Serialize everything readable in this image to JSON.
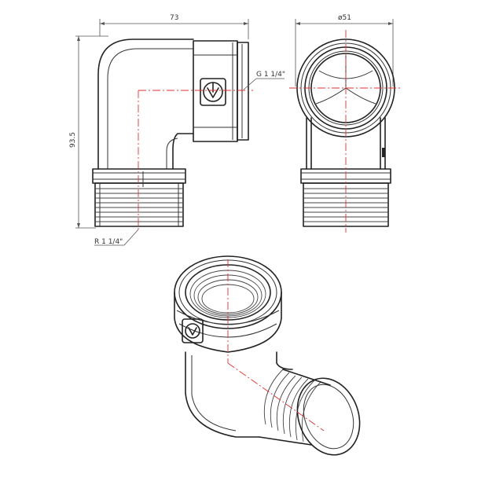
{
  "dimensions": {
    "width_label": "73",
    "height_label": "93.5",
    "diameter_label": "ø51"
  },
  "callouts": {
    "female_thread": "G 1 1/4\"",
    "male_thread": "R 1 1/4\""
  },
  "colors": {
    "outline": "#222222",
    "center_line": "#e03030",
    "dimension_line": "#555555"
  }
}
